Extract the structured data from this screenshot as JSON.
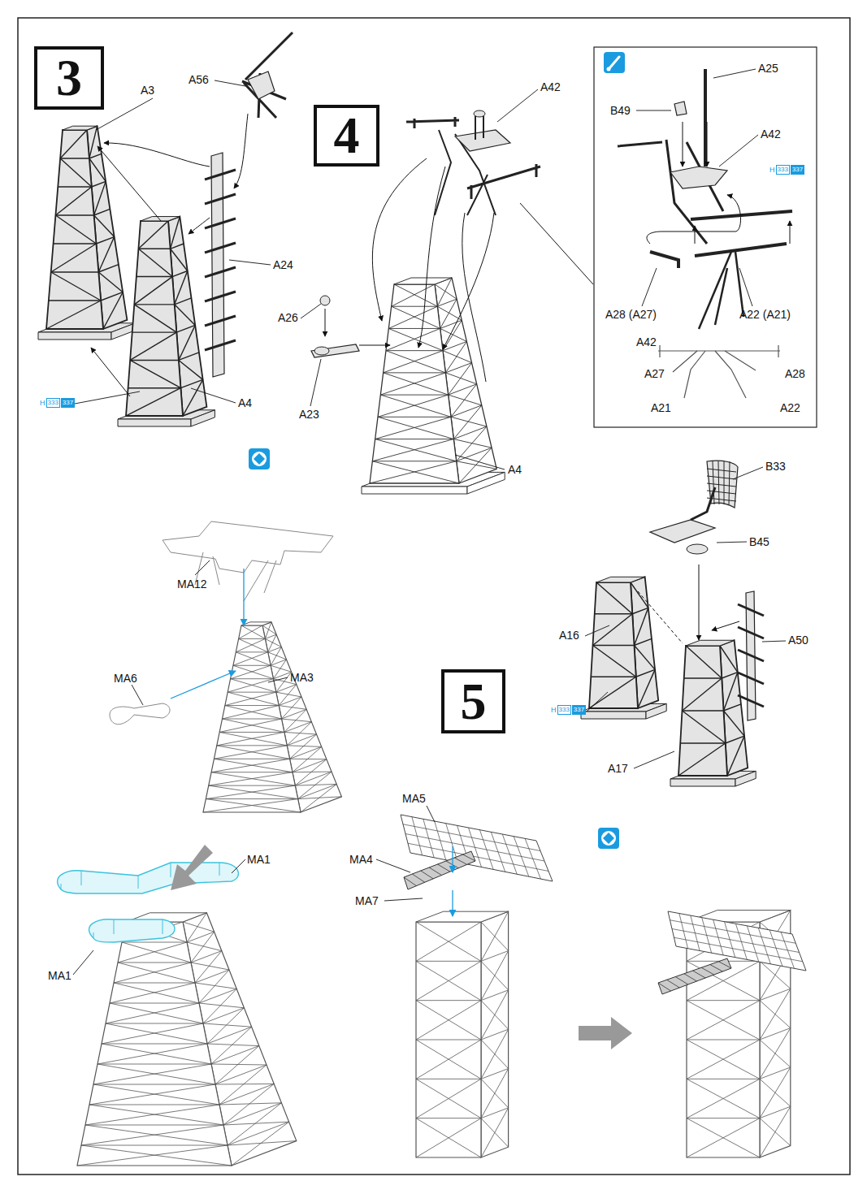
{
  "diagram": {
    "nodes": [
      {
        "text": [
          "3"
        ]
      },
      {
        "text": [
          "4"
        ]
      },
      {
        "text": [
          "5"
        ]
      }
    ],
    "edges": [],
    "labels": [
      "A3",
      "A56",
      "A24",
      "A4",
      "H",
      "333",
      "337",
      "A26",
      "A23",
      "A4",
      "A42",
      "A25",
      "B49",
      "A42",
      "H",
      "333",
      "337",
      "A28 (A27)",
      "A22 (A21)",
      "A42",
      "A27",
      "A28",
      "A21",
      "A22",
      "MA12",
      "MA6",
      "MA3",
      "MA1",
      "MA1",
      "B33",
      "B45",
      "A16",
      "A50",
      "H",
      "333",
      "337",
      "A17",
      "MA5",
      "MA4",
      "MA7"
    ]
  }
}
